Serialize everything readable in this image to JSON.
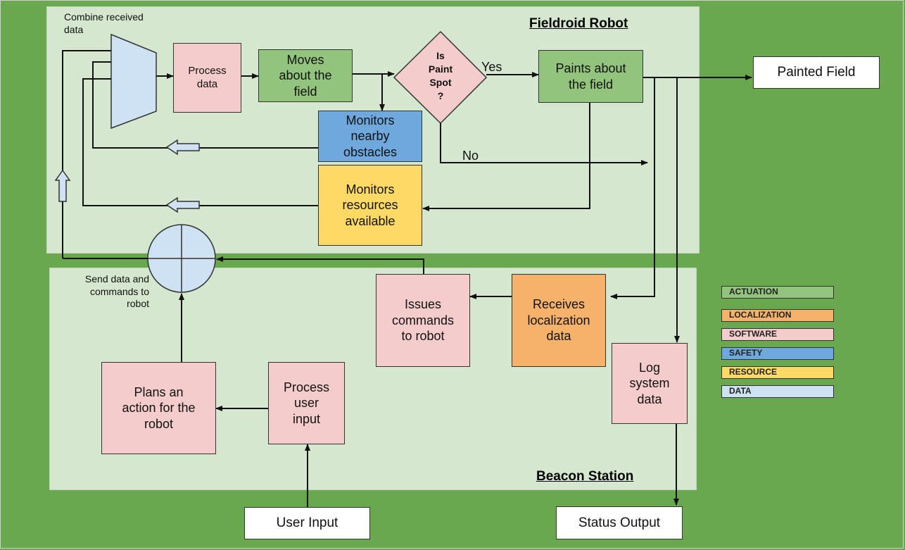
{
  "zones": {
    "robot_title": "Fieldroid Robot",
    "station_title": "Beacon Station"
  },
  "labels": {
    "combine": [
      "Combine received",
      "data"
    ],
    "send": [
      "Send data and",
      "commands to",
      "robot"
    ],
    "yes": "Yes",
    "no": "No"
  },
  "nodes": {
    "process_data": [
      "Process",
      "data"
    ],
    "moves": [
      "Moves",
      "about the",
      "field"
    ],
    "is_paint": [
      "Is",
      "Paint",
      "Spot",
      "?"
    ],
    "paints": [
      "Paints about",
      "the field"
    ],
    "painted_field": "Painted Field",
    "monitors_obstacles": [
      "Monitors",
      "nearby",
      "obstacles"
    ],
    "monitors_resources": [
      "Monitors",
      "resources",
      "available"
    ],
    "issues_commands": [
      "Issues",
      "commands",
      "to robot"
    ],
    "receives_localization": [
      "Receives",
      "localization",
      "data"
    ],
    "log_system": [
      "Log",
      "system",
      "data"
    ],
    "plans_action": [
      "Plans an",
      "action for the",
      "robot"
    ],
    "process_user": [
      "Process",
      "user",
      "input"
    ],
    "user_input": "User Input",
    "status_output": "Status Output"
  },
  "legend": [
    {
      "label": "ACTUATION",
      "color": "#93c47d"
    },
    {
      "label": "LOCALIZATION",
      "color": "#f6b26b"
    },
    {
      "label": "SOFTWARE",
      "color": "#f4cccc"
    },
    {
      "label": "SAFETY",
      "color": "#6fa8dc"
    },
    {
      "label": "RESOURCE",
      "color": "#ffd966"
    },
    {
      "label": "DATA",
      "color": "#cfe2f3"
    }
  ]
}
